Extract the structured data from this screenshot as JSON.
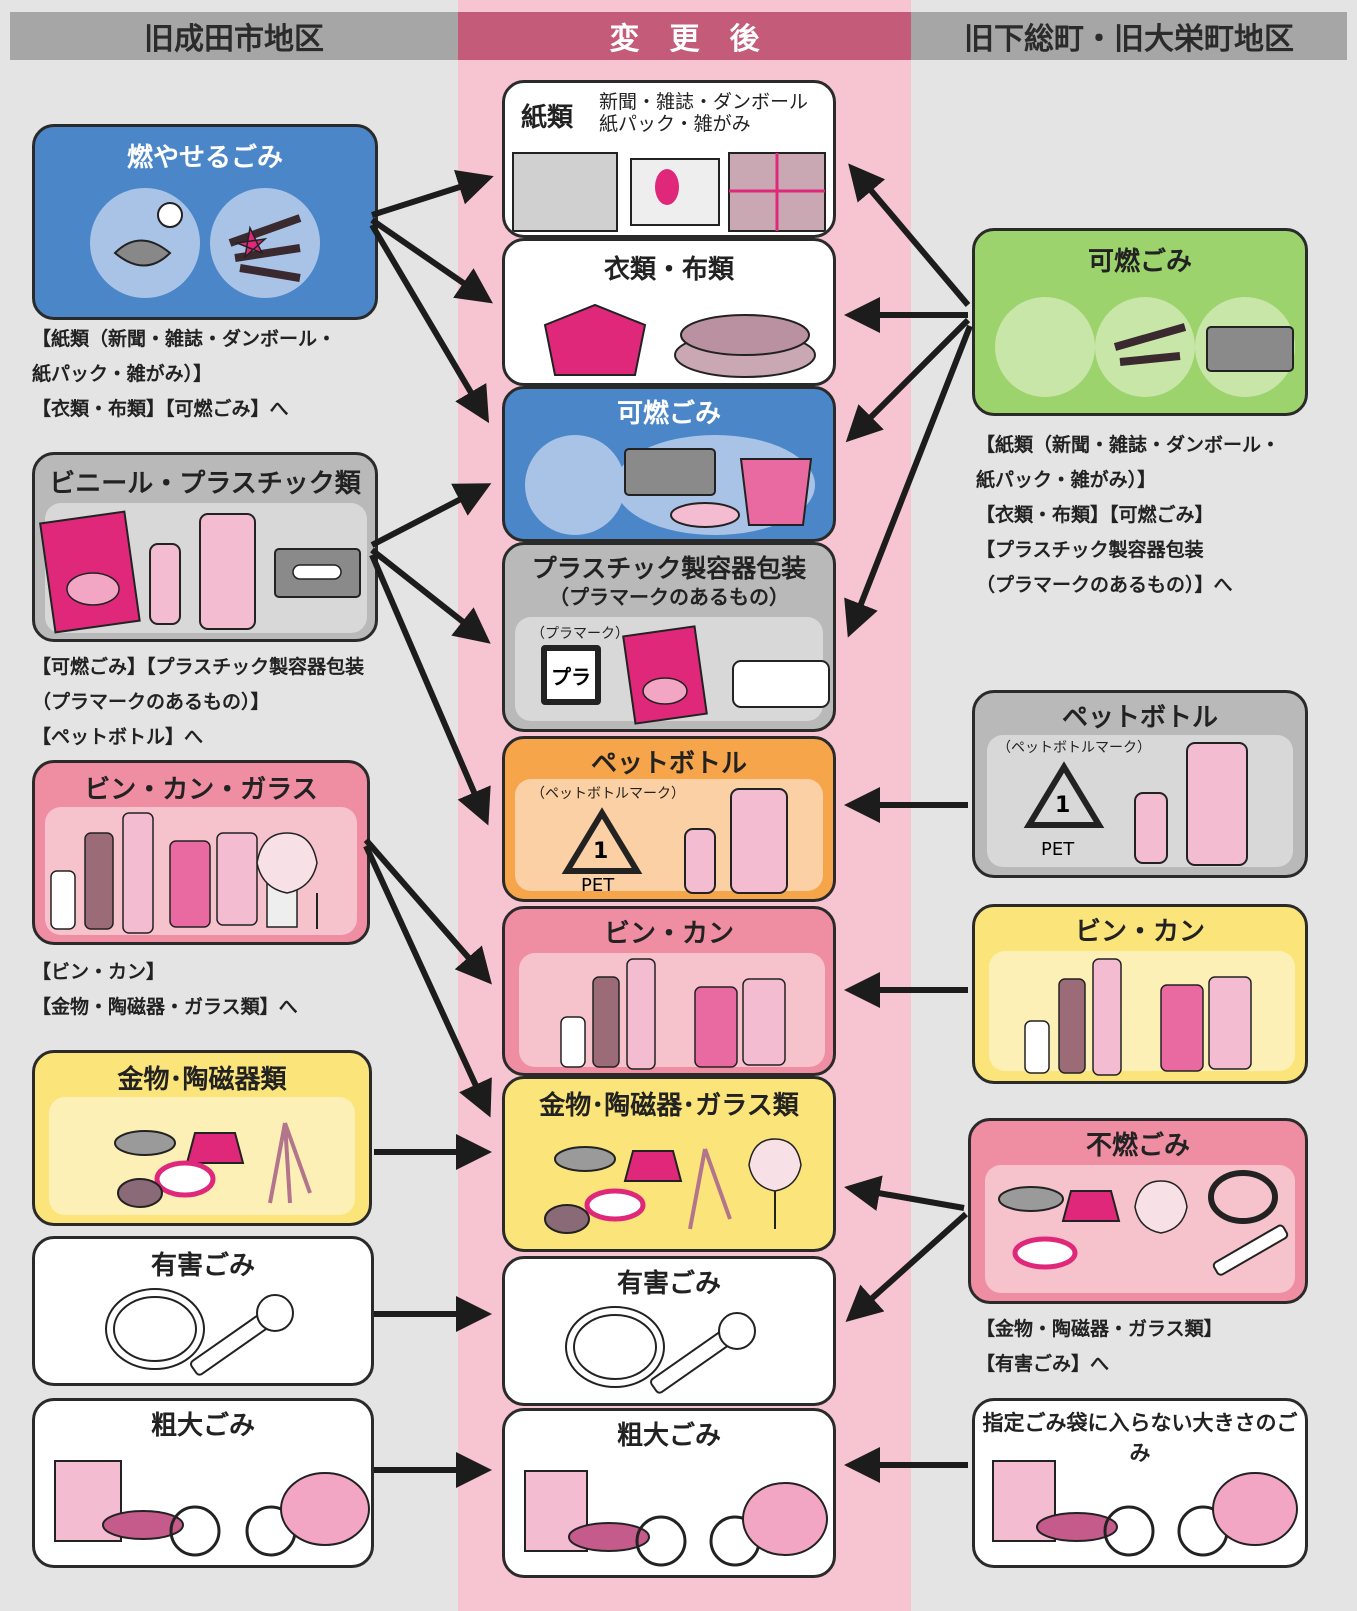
{
  "headers": {
    "left": "旧成田市地区",
    "center": "変　更　後",
    "right": "旧下総町・旧大栄町地区"
  },
  "left": [
    {
      "title": "燃やせるごみ",
      "note": [
        "【紙類（新聞・雑誌・ダンボール・",
        "紙パック・雑がみ）】",
        "【衣類・布類】【可燃ごみ】へ"
      ]
    },
    {
      "title": "ビニール・プラスチック類",
      "note": [
        "【可燃ごみ】【プラスチック製容器包装",
        "（プラマークのあるもの）】",
        "【ペットボトル】へ"
      ]
    },
    {
      "title": "ビン・カン・ガラス",
      "note": [
        "【ビン・カン】",
        "【金物・陶磁器・ガラス類】へ"
      ]
    },
    {
      "title": "金物･陶磁器類"
    },
    {
      "title": "有害ごみ"
    },
    {
      "title": "粗大ごみ"
    }
  ],
  "center": [
    {
      "title": "紙類",
      "subtitle": [
        "新聞・雑誌・ダンボール",
        "紙パック・雑がみ"
      ]
    },
    {
      "title": "衣類・布類"
    },
    {
      "title": "可燃ごみ"
    },
    {
      "title": "プラスチック製容器包装",
      "subtitle": [
        "（プラマークのあるもの）"
      ],
      "mark": "（プラマーク）",
      "mark_symbol": "プラ"
    },
    {
      "title": "ペットボトル",
      "mark": "（ペットボトルマーク）",
      "mark_label": "PET",
      "mark_num": "1"
    },
    {
      "title": "ビン・カン"
    },
    {
      "title": "金物･陶磁器･ガラス類"
    },
    {
      "title": "有害ごみ"
    },
    {
      "title": "粗大ごみ"
    }
  ],
  "right": [
    {
      "title": "可燃ごみ",
      "note": [
        "【紙類（新聞・雑誌・ダンボール・",
        "紙パック・雑がみ）】",
        "【衣類・布類】【可燃ごみ】",
        "【プラスチック製容器包装",
        "（プラマークのあるもの）】へ"
      ]
    },
    {
      "title": "ペットボトル",
      "mark": "（ペットボトルマーク）",
      "mark_label": "PET",
      "mark_num": "1"
    },
    {
      "title": "ビン・カン"
    },
    {
      "title": "不燃ごみ",
      "note": [
        "【金物・陶磁器・ガラス類】",
        "【有害ごみ】へ"
      ]
    },
    {
      "title": "指定ごみ袋に入らない大きさのごみ"
    }
  ],
  "colors": {
    "left_bg": "#e4e4e4",
    "center_bg": "#f7c5d1",
    "header_left": "#a6a6a6",
    "header_center": "#c45b79",
    "header_right": "#a6a6a6",
    "blue": "#4b87c8",
    "gray": "#b9b9b9",
    "pink": "#ef8ea2",
    "yellow": "#fbe47a",
    "orange": "#f6a54a",
    "green": "#9cd36d",
    "white": "#ffffff",
    "arrow": "#1c1c1c",
    "magenta": "#e0287a"
  }
}
